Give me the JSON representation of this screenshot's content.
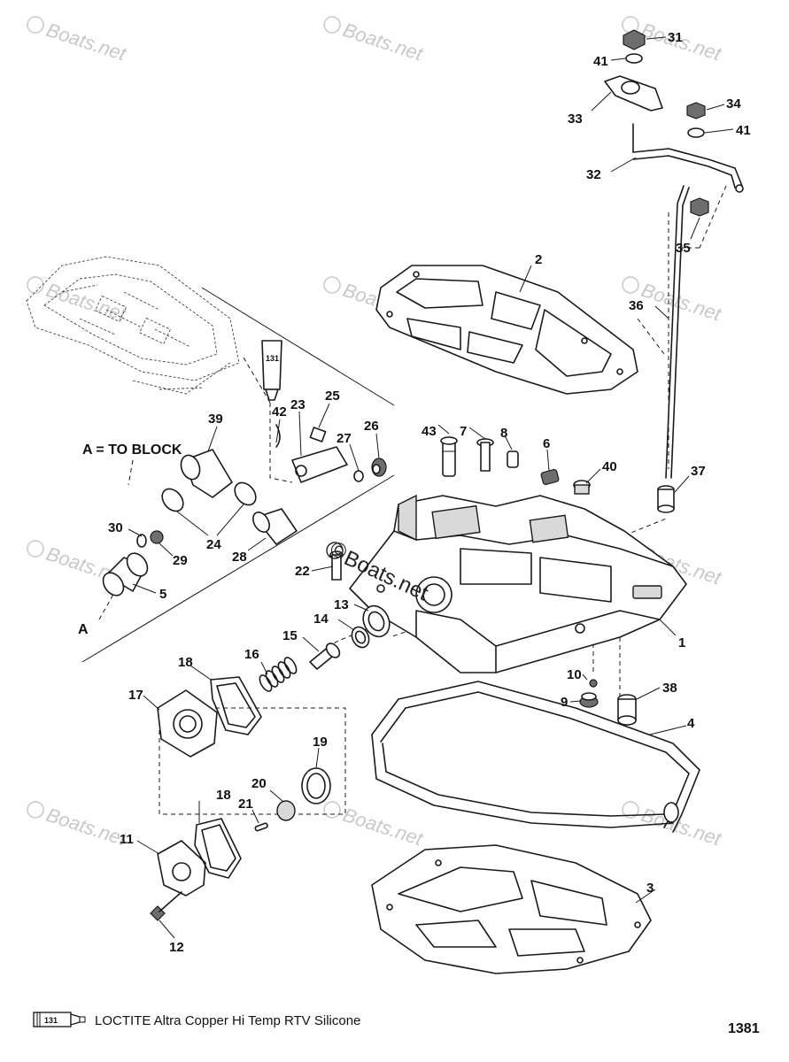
{
  "watermark": "Boats.net",
  "center_stamp": "Boats.net",
  "copyright_symbol": "©",
  "section_label": "A = TO BLOCK",
  "section_marker": "A",
  "legend": {
    "tube_number": "131",
    "text": "LOCTITE Altra Copper Hi Temp RTV Silicone"
  },
  "page_number": "1381",
  "tube_label": "131",
  "callouts": {
    "c1": "1",
    "c2": "2",
    "c3": "3",
    "c4": "4",
    "c5": "5",
    "c6": "6",
    "c7": "7",
    "c8": "8",
    "c9": "9",
    "c10": "10",
    "c11": "11",
    "c12": "12",
    "c13": "13",
    "c14": "14",
    "c15": "15",
    "c16": "16",
    "c17": "17",
    "c18a": "18",
    "c18b": "18",
    "c19": "19",
    "c20": "20",
    "c21": "21",
    "c22": "22",
    "c23": "23",
    "c24": "24",
    "c25": "25",
    "c26": "26",
    "c27": "27",
    "c28": "28",
    "c29": "29",
    "c30": "30",
    "c31": "31",
    "c32": "32",
    "c33": "33",
    "c34": "34",
    "c35": "35",
    "c36": "36",
    "c37": "37",
    "c38": "38",
    "c39": "39",
    "c40": "40",
    "c41a": "41",
    "c41b": "41",
    "c42": "42",
    "c43": "43"
  }
}
